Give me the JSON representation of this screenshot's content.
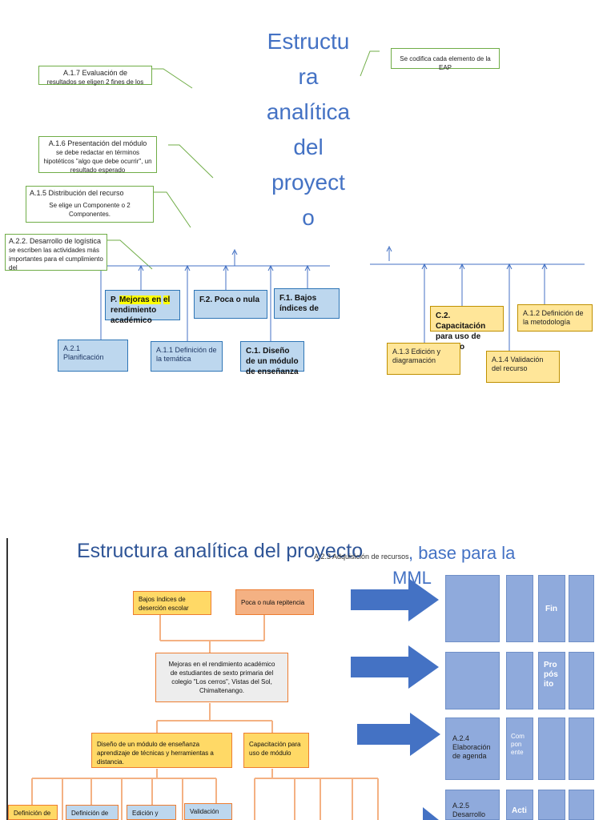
{
  "top": {
    "title_lines": [
      "Estructu",
      "ra",
      "analítica",
      "del",
      "proyect",
      "o"
    ],
    "note_eap": "Se codifica cada elemento de la EAP",
    "note_a17": {
      "heading": "A.1.7 Evaluación de",
      "body": "resultados se eligen 2 fines de los"
    },
    "note_a16": {
      "heading": "A.1.6 Presentación del módulo",
      "body": "se debe redactar en términos hipotéticos \"algo que debe ocurrir\", un resultado esperado"
    },
    "note_a15": {
      "heading": "A.1.5 Distribución del recurso",
      "body": "Se elige un Componente o 2 Componentes."
    },
    "note_a22": {
      "heading": "A.2.2. Desarrollo de logística",
      "body": "se escriben las actividades más importantes para el cumplimiento del"
    },
    "box_p": {
      "prefix": "P. ",
      "hl1": "Mejoras en",
      "hl2": "el",
      "rest": " rendimiento académico"
    },
    "box_f2": "F.2. Poca o nula",
    "box_f1": "F.1. Bajos índices de",
    "box_a21": "A.2.1 Planificación",
    "box_a11": "A.1.1 Definición de la temática",
    "box_c1": "C.1. Diseño de un módulo de enseñanza",
    "box_c2": "C.2. Capacitación para uso de módulo",
    "box_a12": "A.1.2 Definición de la metodología",
    "box_a13": "A.1.3 Edición y diagramación",
    "box_a14": "A.1.4 Validación del recurso"
  },
  "bottom": {
    "title": "Estructura analítica del proyecto",
    "title_suffix": ", base para la",
    "title_line2": "MML",
    "overlay_note": "A.2.3 Adquisición de recursos",
    "obj_bajos": "Bajos índices de deserción escolar",
    "obj_poca": "Poca o nula repitencia",
    "obj_mejoras": "Mejoras en el rendimiento académico de estudiantes de sexto primaria del colegio \"Los cerros\", Vistas del Sol, Chimaltenango.",
    "obj_diseno": "Diseño de un módulo de enseñanza aprendizaje de técnicas y herramientas a distancia.",
    "obj_capacitacion": "Capacitación para uso de módulo",
    "act_def1": "Definición de",
    "act_def2": "Definición de",
    "act_edicion": "Edición y",
    "act_validacion": "Validación",
    "mml_fin": "Fin",
    "mml_proposito": "Pro pós ito",
    "mml_a24": "A.2.4 Elaboración de agenda",
    "mml_componente": "Com pon ente",
    "mml_a25": "A.2.5 Desarrollo",
    "mml_acti": "Acti"
  },
  "colors": {
    "title_blue": "#4472c4",
    "note_border": "#70ad47",
    "box_blue": "#bdd7ee",
    "box_yellow": "#ffe699",
    "connector": "#ed7d31",
    "arrow_blue": "#4472c4",
    "mml_cell": "#8faadc"
  }
}
